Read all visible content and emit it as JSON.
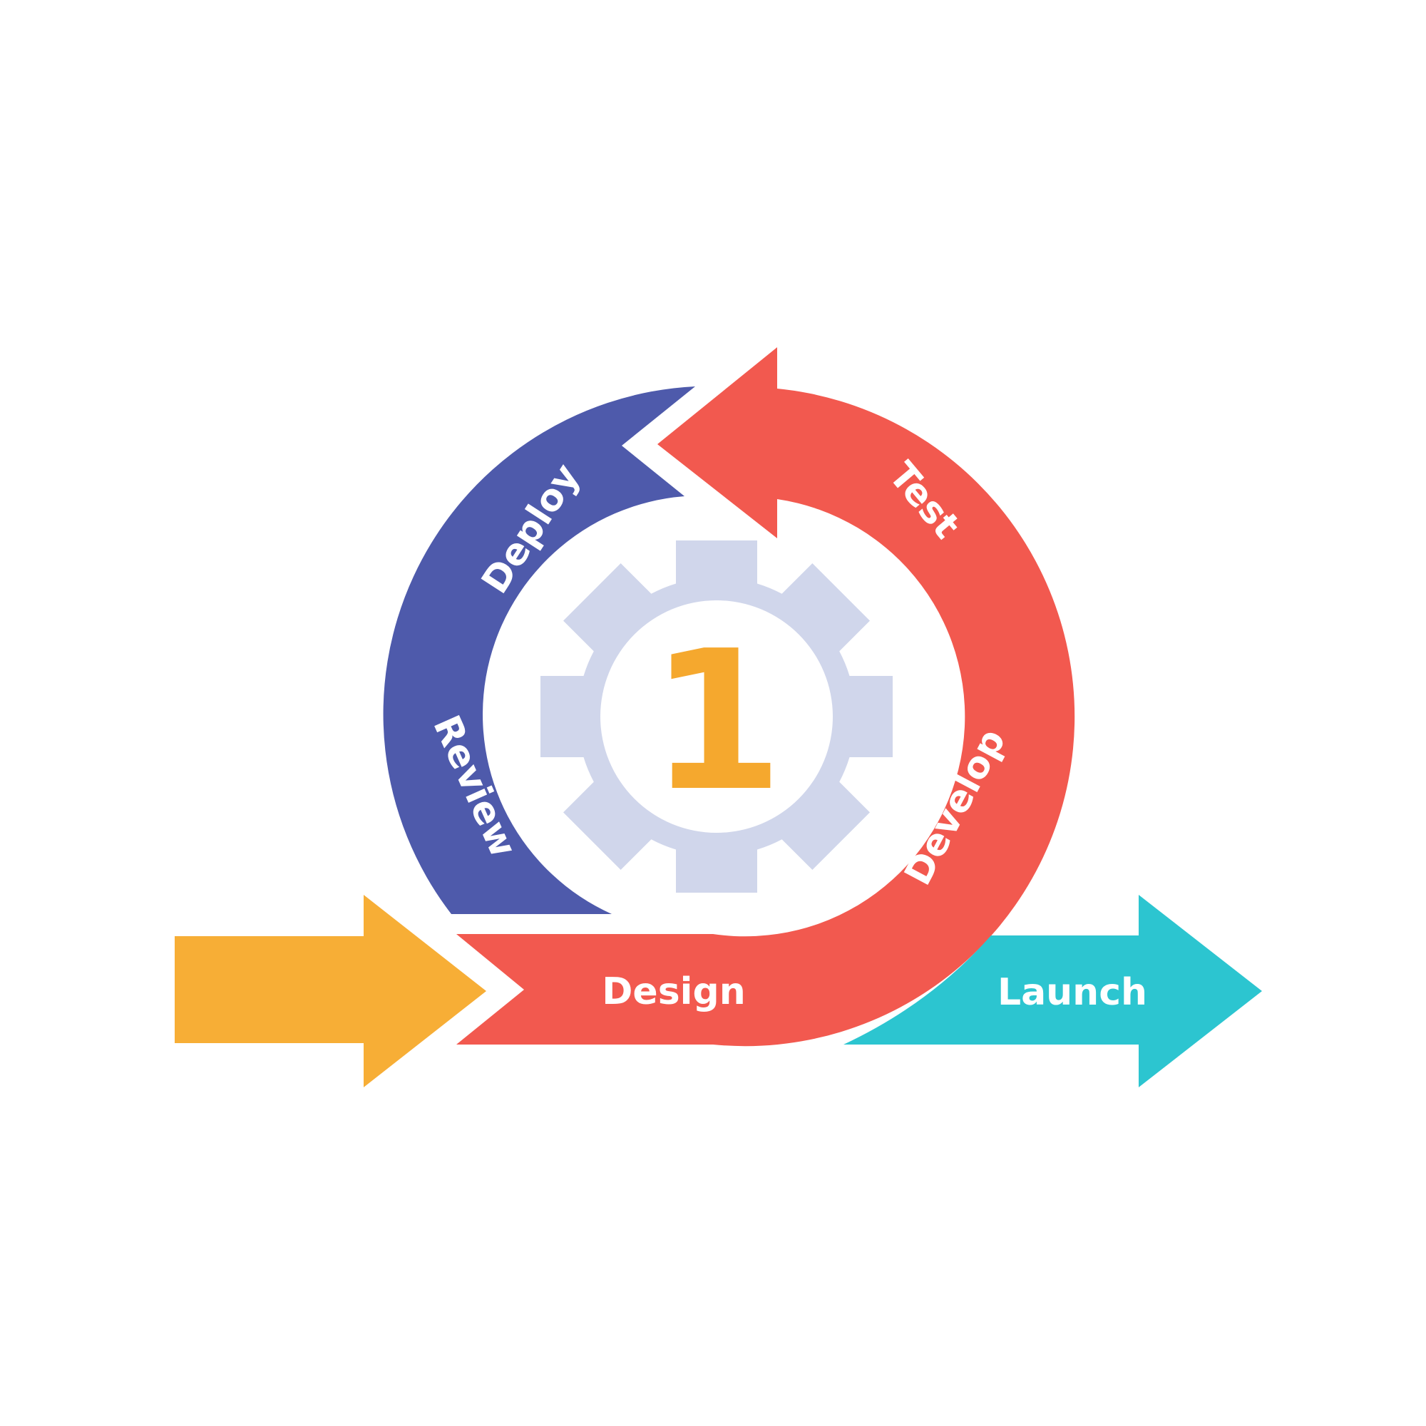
{
  "diagram": {
    "center_number": "1",
    "stages": {
      "design": "Design",
      "develop": "Develop",
      "test": "Test",
      "deploy": "Deploy",
      "review": "Review",
      "launch": "Launch"
    }
  },
  "colors": {
    "entry_arrow": "#F7AE36",
    "cycle_red": "#F2594F",
    "cycle_blue": "#4E5AAB",
    "launch_arrow": "#2CC5D0",
    "gear": "#D0D6EB",
    "center_number": "#F5A82E",
    "label_text": "#FFFFFF"
  }
}
